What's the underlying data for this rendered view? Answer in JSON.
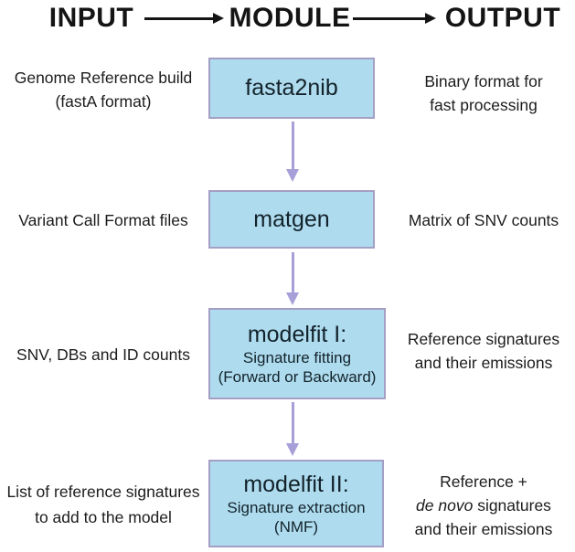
{
  "header": {
    "input_label": "INPUT",
    "module_label": "MODULE",
    "output_label": "OUTPUT"
  },
  "colors": {
    "box_fill": "#aedcee",
    "box_border": "#a49fc5",
    "flow_arrow": "#a79fd8",
    "header_text": "#141414",
    "body_text": "#1c1c1c"
  },
  "rows": [
    {
      "input_lines": [
        "Genome Reference build",
        "(fastA format)"
      ],
      "module": {
        "title": "fasta2nib"
      },
      "output_lines": [
        "Binary format for",
        "fast processing"
      ]
    },
    {
      "input_lines": [
        "Variant Call Format files"
      ],
      "module": {
        "title": "matgen"
      },
      "output_lines": [
        "Matrix of SNV counts"
      ]
    },
    {
      "input_lines": [
        "SNV, DBs and ID counts"
      ],
      "module": {
        "title": "modelfit I:",
        "lines": [
          "Signature fitting",
          "(Forward or Backward)"
        ]
      },
      "output_lines": [
        "Reference signatures",
        "and their emissions"
      ]
    },
    {
      "input_lines": [
        "List of reference signatures",
        "to add to the model"
      ],
      "module": {
        "title": "modelfit II:",
        "lines": [
          "Signature extraction",
          "(NMF)"
        ]
      },
      "output": {
        "line1": "Reference +",
        "line2_italic": "de novo",
        "line2_rest": " signatures",
        "line3": "and their emissions"
      }
    }
  ]
}
